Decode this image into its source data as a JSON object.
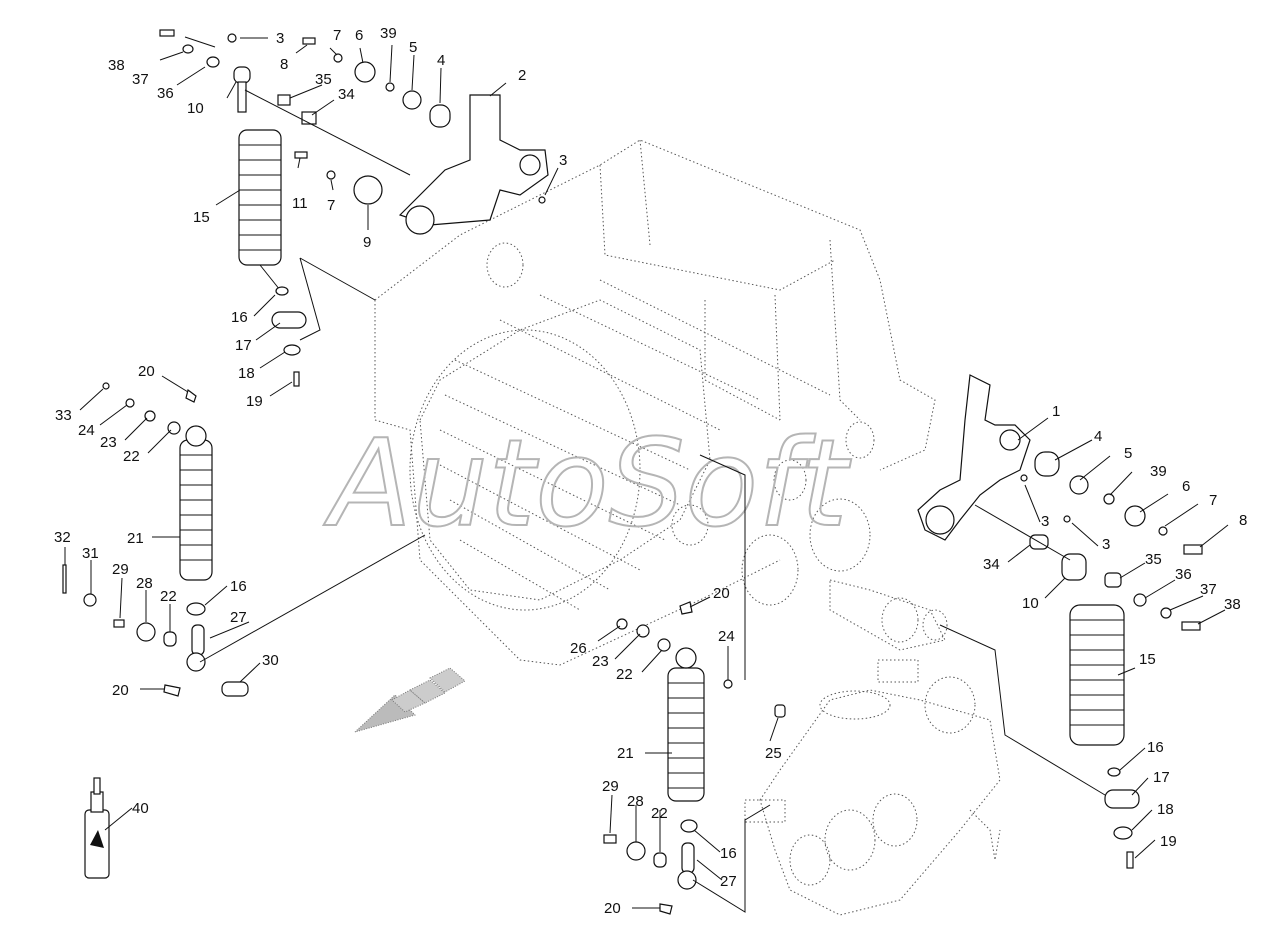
{
  "watermark": "AutoSoft",
  "labels": {
    "l38a": "38",
    "l37a": "37",
    "l36a": "36",
    "l10a": "10",
    "l3a": "3",
    "l8a": "8",
    "l35a": "35",
    "l34a": "34",
    "l7a": "7",
    "l6a": "6",
    "l39a": "39",
    "l5a": "5",
    "l4a": "4",
    "l2": "2",
    "l3b": "3",
    "l11": "11",
    "l7b": "7",
    "l9": "9",
    "l15a": "15",
    "l16a": "16",
    "l17a": "17",
    "l18a": "18",
    "l19a": "19",
    "l20a": "20",
    "l33": "33",
    "l24a": "24",
    "l23a": "23",
    "l22a": "22",
    "l21a": "21",
    "l32": "32",
    "l31": "31",
    "l29a": "29",
    "l28a": "28",
    "l22b": "22",
    "l16b": "16",
    "l27a": "27",
    "l30": "30",
    "l20b": "20",
    "l40": "40",
    "l1": "1",
    "l4b": "4",
    "l5b": "5",
    "l39b": "39",
    "l6b": "6",
    "l7c": "7",
    "l8b": "8",
    "l3c": "3",
    "l3d": "3",
    "l34b": "34",
    "l35b": "35",
    "l36b": "36",
    "l10b": "10",
    "l37b": "37",
    "l38b": "38",
    "l15b": "15",
    "l16c": "16",
    "l17b": "17",
    "l18b": "18",
    "l19b": "19",
    "l20c": "20",
    "l26": "26",
    "l23b": "23",
    "l22c": "22",
    "l24b": "24",
    "l25": "25",
    "l21b": "21",
    "l29b": "29",
    "l28b": "28",
    "l22d": "22",
    "l16d": "16",
    "l27b": "27",
    "l20d": "20"
  }
}
